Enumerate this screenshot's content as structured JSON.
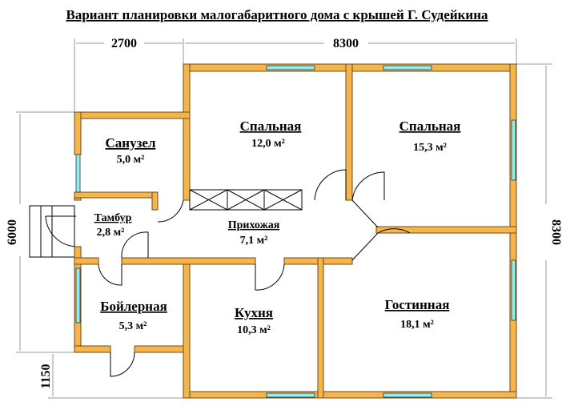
{
  "title": "Вариант  планировки малогабаритного дома с крышей Г. Судейкина",
  "dimensions": {
    "top_left": "2700",
    "top_right": "8300",
    "left": "6000",
    "right": "8300",
    "bottom_left": "1150"
  },
  "rooms": [
    {
      "name": "Санузел",
      "area": "5,0 м²"
    },
    {
      "name": "Спальная",
      "area": "12,0 м²"
    },
    {
      "name": "Спальная",
      "area": "15,3 м²"
    },
    {
      "name": "Тамбур",
      "area": "2,8 м²"
    },
    {
      "name": "Прихожая",
      "area": "7,1 м²"
    },
    {
      "name": "Бойлерная",
      "area": "5,3 м²"
    },
    {
      "name": "Кухня",
      "area": "10,3 м²"
    },
    {
      "name": "Гостинная",
      "area": "18,1 м²"
    }
  ]
}
